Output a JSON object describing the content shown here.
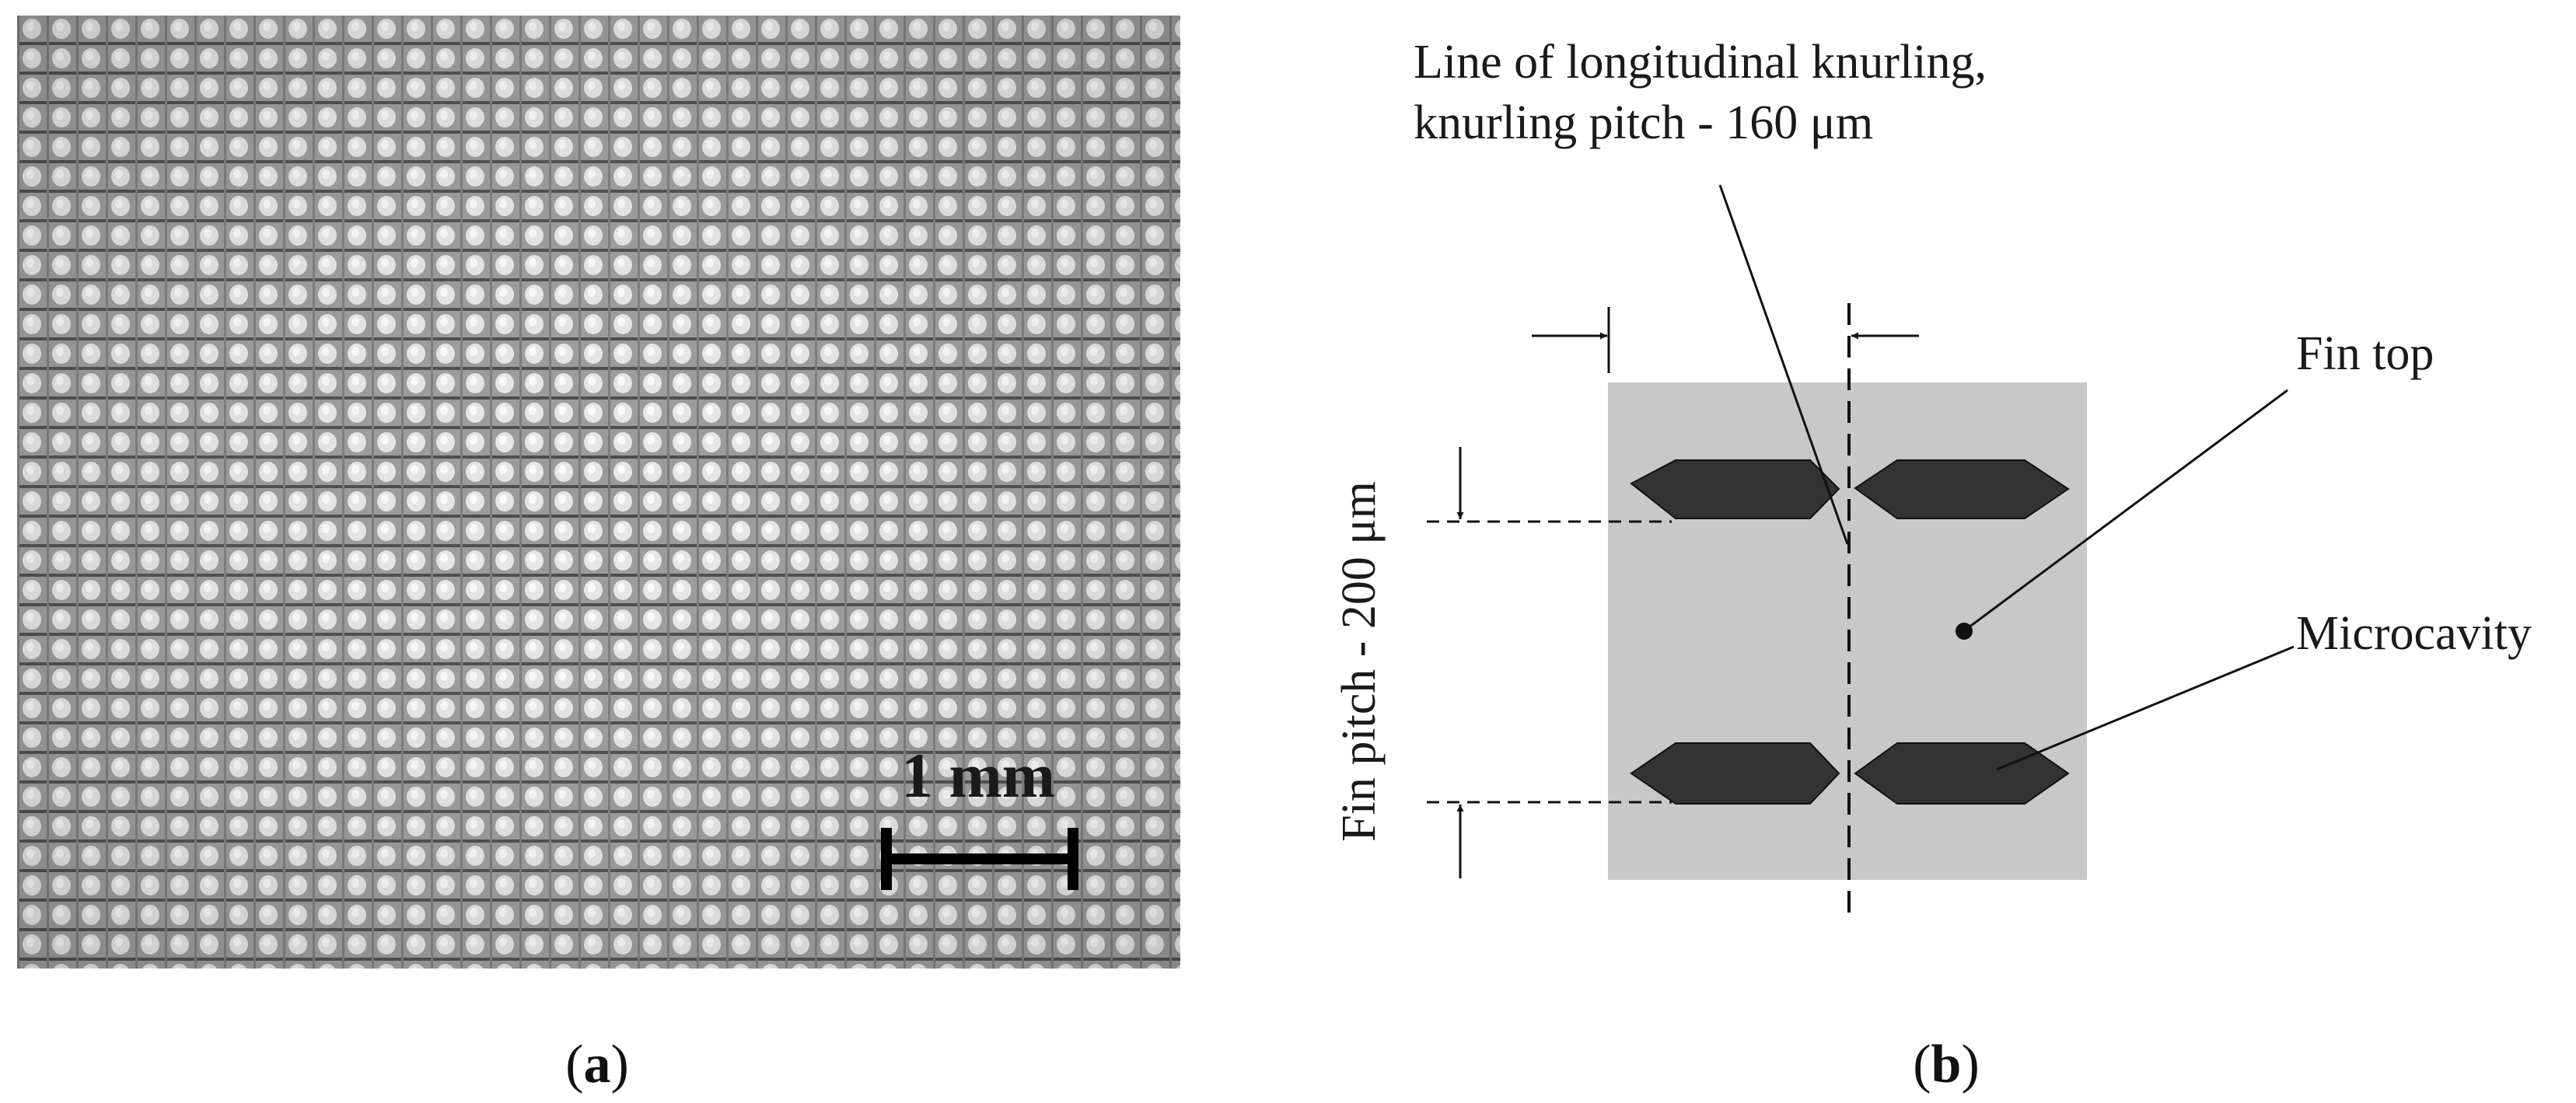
{
  "panel_a": {
    "label_open": "(",
    "label_letter": "a",
    "label_close": ")",
    "scale_bar_label": "1 mm"
  },
  "panel_b": {
    "label_open": "(",
    "label_letter": "b",
    "label_close": ")",
    "annotation_knurling_line1": "Line of longitudinal knurling,",
    "annotation_knurling_line2": "knurling pitch - 160 μm",
    "annotation_fin_top": "Fin top",
    "annotation_microcavity": "Microcavity",
    "annotation_fin_pitch": "Fin pitch - 200 μm"
  },
  "colors": {
    "photo_base": "#a8a8a8",
    "fin_area": "#c8c8c8",
    "cavity": "#333333",
    "line": "#111111"
  }
}
